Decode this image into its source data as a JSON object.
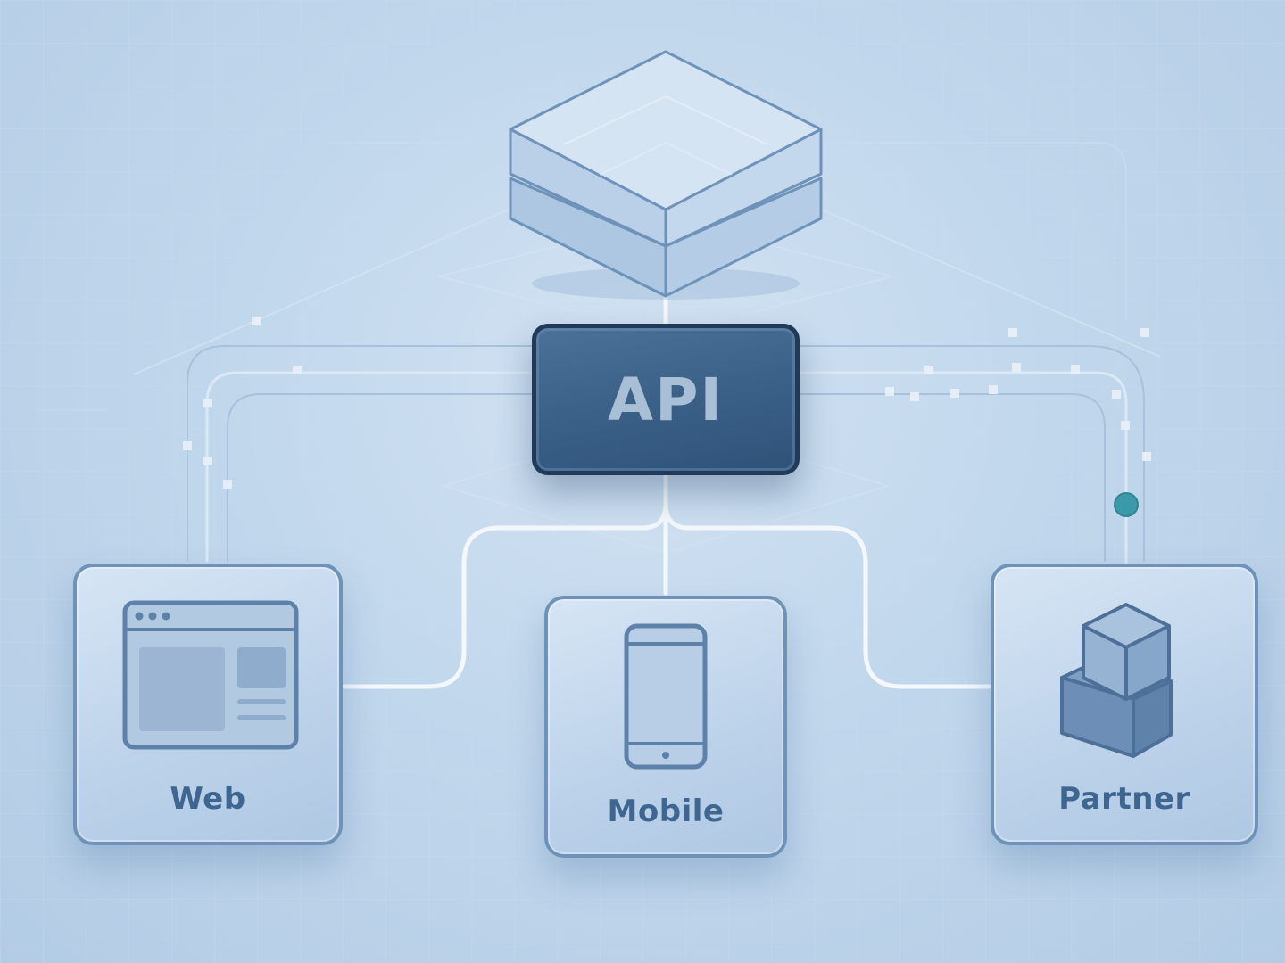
{
  "diagram": {
    "center": {
      "label": "API"
    },
    "clients": [
      {
        "id": "web",
        "label": "Web",
        "icon": "browser-window-icon"
      },
      {
        "id": "mobile",
        "label": "Mobile",
        "icon": "smartphone-icon"
      },
      {
        "id": "partner",
        "label": "Partner",
        "icon": "stacked-cubes-icon"
      }
    ],
    "store": {
      "icon": "isometric-database-icon"
    },
    "colors": {
      "background": "#bcd3ea",
      "api_fill": "#3a5f87",
      "api_border": "#213a57",
      "card_border": "#6f93b8",
      "label_text": "#3f6690",
      "connector": "#f4f8fc",
      "accent_dot": "#3a9aa8"
    }
  }
}
